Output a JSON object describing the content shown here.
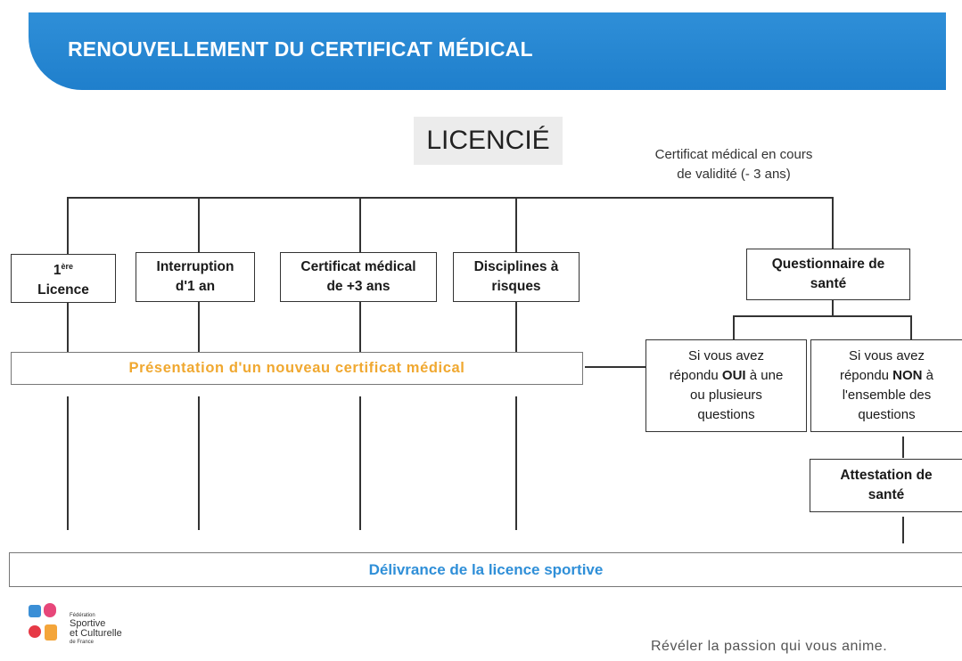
{
  "header": {
    "title": "RENOUVELLEMENT DU CERTIFICAT MÉDICAL"
  },
  "root": {
    "label": "LICENCIÉ"
  },
  "validity_note": {
    "line1": "Certificat médical en cours",
    "line2": "de validité (- 3 ans)"
  },
  "cases": [
    {
      "sup": "ère",
      "prefix": "1",
      "line2": "Licence"
    },
    {
      "line1": "Interruption",
      "line2": "d'1 an"
    },
    {
      "line1": "Certificat médical",
      "line2": "de +3 ans"
    },
    {
      "line1": "Disciplines à",
      "line2": "risques"
    }
  ],
  "questionnaire": {
    "line1": "Questionnaire de",
    "line2": "santé"
  },
  "oui_box": {
    "line1": "Si vous avez",
    "line2a": "répondu ",
    "line2b": "OUI",
    "line2c": " à une",
    "line3": "ou plusieurs",
    "line4": "questions"
  },
  "non_box": {
    "line1": "Si vous avez",
    "line2a": "répondu ",
    "line2b": "NON",
    "line2c": " à",
    "line3": "l'ensemble des",
    "line4": "questions"
  },
  "attestation": {
    "line1": "Attestation de",
    "line2": "santé"
  },
  "presentation": {
    "label": "Présentation d'un nouveau certificat médical"
  },
  "delivrance": {
    "label": "Délivrance de la licence sportive"
  },
  "logo": {
    "line1": "Fédération",
    "line2": "Sportive",
    "line3": "et Culturelle",
    "line4": "de France"
  },
  "tagline": "Révéler la passion qui vous anime.",
  "colors": {
    "banner": "#2f8fd8",
    "presentation_text": "#f0a830",
    "delivrance_text": "#2f8fd8"
  }
}
